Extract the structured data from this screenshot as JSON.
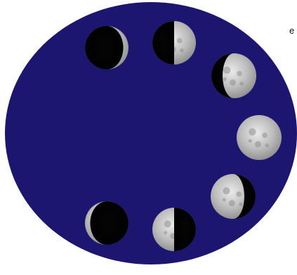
{
  "diagram": {
    "background_color": "#1c1670",
    "moon_phases": [
      {
        "phase": "waxing-crescent"
      },
      {
        "phase": "first-quarter"
      },
      {
        "phase": "waxing-gibbous"
      },
      {
        "phase": "full-moon"
      },
      {
        "phase": "waning-gibbous"
      },
      {
        "phase": "third-quarter"
      },
      {
        "phase": "waning-crescent"
      }
    ]
  },
  "colors": {
    "ellipse": "#1c1670",
    "moon_light": "#c9c9c9",
    "moon_shadow": "#000000"
  }
}
